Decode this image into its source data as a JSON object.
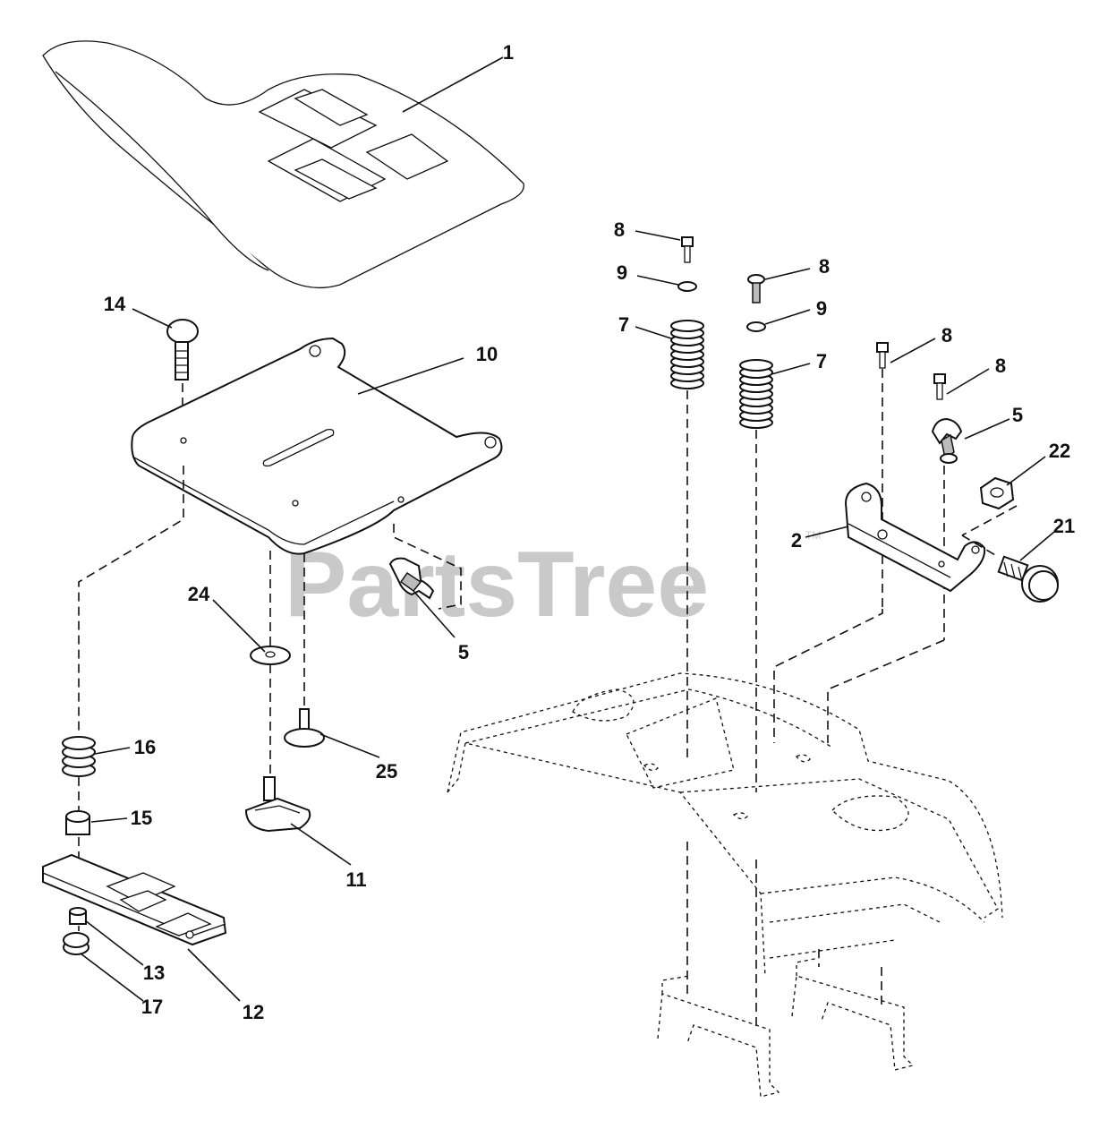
{
  "watermark": {
    "text": "PartsTree",
    "trademark": "TM"
  },
  "callouts": [
    {
      "id": "c1",
      "label": "1"
    },
    {
      "id": "c14",
      "label": "14"
    },
    {
      "id": "c10",
      "label": "10"
    },
    {
      "id": "c24",
      "label": "24"
    },
    {
      "id": "c5a",
      "label": "5"
    },
    {
      "id": "c25",
      "label": "25"
    },
    {
      "id": "c16",
      "label": "16"
    },
    {
      "id": "c15",
      "label": "15"
    },
    {
      "id": "c11",
      "label": "11"
    },
    {
      "id": "c13",
      "label": "13"
    },
    {
      "id": "c17",
      "label": "17"
    },
    {
      "id": "c12",
      "label": "12"
    },
    {
      "id": "c8a",
      "label": "8"
    },
    {
      "id": "c9a",
      "label": "9"
    },
    {
      "id": "c7a",
      "label": "7"
    },
    {
      "id": "c8b",
      "label": "8"
    },
    {
      "id": "c9b",
      "label": "9"
    },
    {
      "id": "c7b",
      "label": "7"
    },
    {
      "id": "c8c",
      "label": "8"
    },
    {
      "id": "c8d",
      "label": "8"
    },
    {
      "id": "c5b",
      "label": "5"
    },
    {
      "id": "c22",
      "label": "22"
    },
    {
      "id": "c2",
      "label": "2"
    },
    {
      "id": "c21",
      "label": "21"
    }
  ]
}
